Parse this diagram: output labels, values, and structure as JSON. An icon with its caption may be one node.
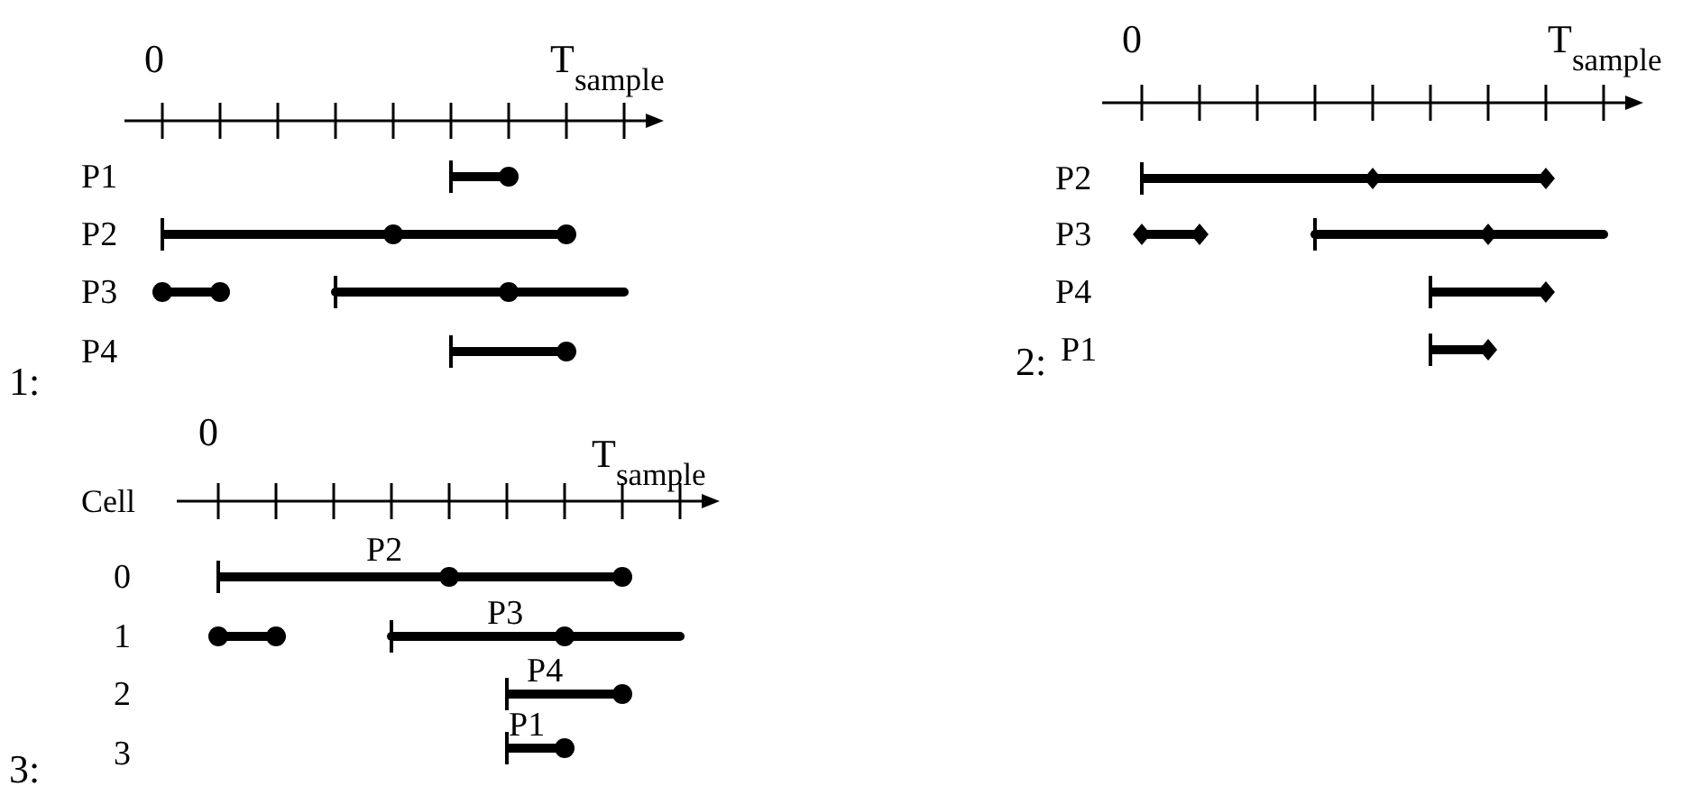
{
  "diagram": {
    "labels": [
      "0",
      "T$_{sample}$",
      "P1",
      "P2",
      "P3",
      "1:",
      "P4",
      "0",
      "T$_{sample}$",
      "P2",
      "P3",
      "P4",
      "2:",
      "P1",
      "0",
      "T$_{sample}$",
      "Cell",
      "P2",
      "0",
      "P3",
      "1",
      "P4",
      "2",
      "P1",
      "3:",
      "3"
    ]
  }
}
